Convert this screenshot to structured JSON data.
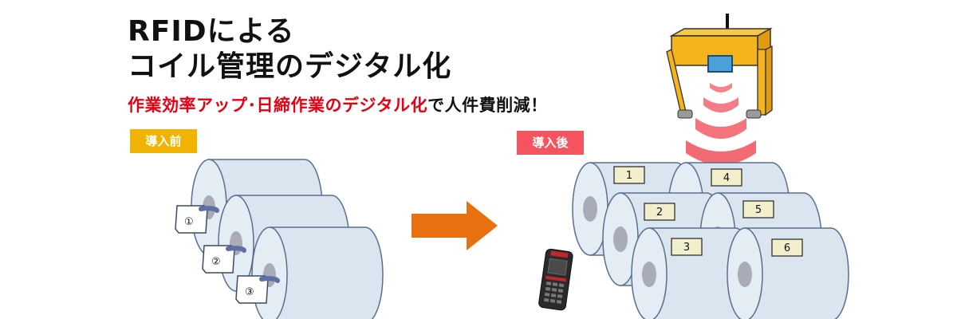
{
  "title": {
    "line1": "RFIDによる",
    "line2": "コイル管理のデジタル化"
  },
  "subtitle": {
    "red_part": "作業効率アップ･日締作業のデジタル化",
    "black_part": "で人件費削減！"
  },
  "badges": {
    "before": "導入前",
    "after": "導入後"
  },
  "before_tags": [
    "①",
    "②",
    "③"
  ],
  "after_tags": [
    "1",
    "4",
    "2",
    "5",
    "3",
    "6"
  ],
  "colors": {
    "title_red": "#e60012",
    "badge_before": "#f0b400",
    "badge_after": "#f4545f",
    "arrow": "#e8700f",
    "coil_body": "#dbe5ef",
    "coil_core": "#a9acb8",
    "tag_fill": "#f1efcc",
    "gate_frame": "#f5b41c",
    "rfid_wave": "#f25a66"
  },
  "icons": {
    "arrow": "right-arrow-icon",
    "gate": "rfid-gate-reader-icon",
    "handheld": "handheld-rfid-scanner-icon"
  }
}
